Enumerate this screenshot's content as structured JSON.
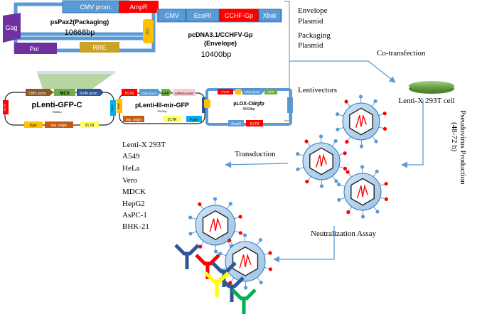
{
  "plasmids": {
    "pspax2": {
      "cmv": "CMV prom.",
      "ampr": "AmpR",
      "gag": "Gag",
      "pol": "Pol",
      "rre": "RRE",
      "ori": "Ori",
      "name": "psPax2(Packaging)",
      "size": "10668bp"
    },
    "pcdna": {
      "segments": [
        "CMV",
        "EcoRI",
        "CCHF-Gp",
        "XbaI"
      ],
      "name": "pcDNA3.1/CCHFV-Gp",
      "subtitle": "(Envelope)",
      "size": "10400bp"
    },
    "pgfp": {
      "name": "pLenti-GFP-C",
      "size": "9989bp",
      "cmv": "CMV prom.",
      "mcs": "MCS",
      "sv40": "SV40 prom.",
      "ltr5": "5'LTR",
      "puro": "Puroʳ",
      "kan": "Kanʳ",
      "rep": "rep. origin",
      "ltr3": "3'LTR"
    },
    "pmir": {
      "name": "pLenti-III-mir-GFP",
      "size": "9913bp",
      "ltr5": "5'LTR",
      "cmv": "CMV prom.",
      "gfp": "GFP",
      "insert": "miRNA Insert",
      "kan": "Kanʳ",
      "rep": "rep. origin",
      "ltr3": "3'LTR",
      "puro": "Puroʳ"
    },
    "plox": {
      "name": "pLOX-CWgfp",
      "size": "9669bp",
      "ltr3": "3'LTR",
      "cmv": "CMV prom",
      "gfp": "GFP",
      "ltr5": "5'LTR",
      "amp": "AmpR"
    }
  },
  "labels": {
    "envelope": "Envelope",
    "plasmid1": "Plasmid",
    "packaging": "Packaging",
    "plasmid2": "Plasmid",
    "cotransfection": "Co-transfection",
    "lentivectors": "Lentivectors",
    "cell": "Lenti-X 293T  cell",
    "pseudovirus": "Pseudovirus Production",
    "pseudovirus_time": "(48-72 h)",
    "transduction": "Transduction",
    "neutralization": "Neutralization Assay"
  },
  "cell_lines": [
    "Lenti-X 293T",
    "A549",
    "HeLa",
    "Vero",
    "MDCK",
    "HepG2",
    "AsPC-1",
    "BHK-21"
  ],
  "colors": {
    "blue_box": "#5b9bd5",
    "dark_blue": "#2e75b6",
    "red": "#ff0000",
    "purple": "#7030a0",
    "gold": "#ffc000",
    "green_olive": "#70ad47",
    "antibody_blue": "#2f5597",
    "antibody_red": "#ff0000",
    "antibody_yellow": "#ffff00",
    "antibody_green": "#00b050"
  }
}
